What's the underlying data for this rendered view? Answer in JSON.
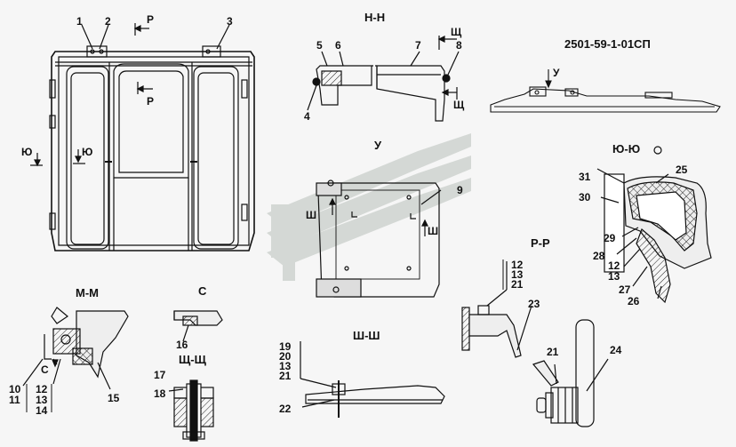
{
  "doc_code": "2501-59-1-01СП",
  "section_titles": {
    "hh": "Н-Н",
    "u": "У",
    "yuyu": "Ю-Ю",
    "rr": "Р-Р",
    "mm": "М-М",
    "c": "С",
    "shch": "Щ-Щ",
    "shsh": "Ш-Ш"
  },
  "view_markers": {
    "p_top": "Р",
    "p_mid": "Р",
    "yu_left": "Ю",
    "yu_mid": "Ю",
    "shch_top": "Щ",
    "shch_bottom": "Щ",
    "u_arrow": "У",
    "sh_left": "Ш",
    "sh_right": "Ш",
    "c_mark": "С"
  },
  "callouts": {
    "n1": "1",
    "n2": "2",
    "n3": "3",
    "n4": "4",
    "n5": "5",
    "n6": "6",
    "n7": "7",
    "n8": "8",
    "n9": "9",
    "n10": "10",
    "n11": "11",
    "mm12": "12",
    "mm13": "13",
    "mm14": "14",
    "n15": "15",
    "n16": "16",
    "n17": "17",
    "n18": "18",
    "s19": "19",
    "s20": "20",
    "s13": "13",
    "s21": "21",
    "n22": "22",
    "r12": "12",
    "r13": "13",
    "r21": "21",
    "n23": "23",
    "n24": "24",
    "b21": "21",
    "n25": "25",
    "n26": "26",
    "n27": "27",
    "n28": "28",
    "n29": "29",
    "y12": "12",
    "y13": "13",
    "n30": "30",
    "n31": "31"
  }
}
